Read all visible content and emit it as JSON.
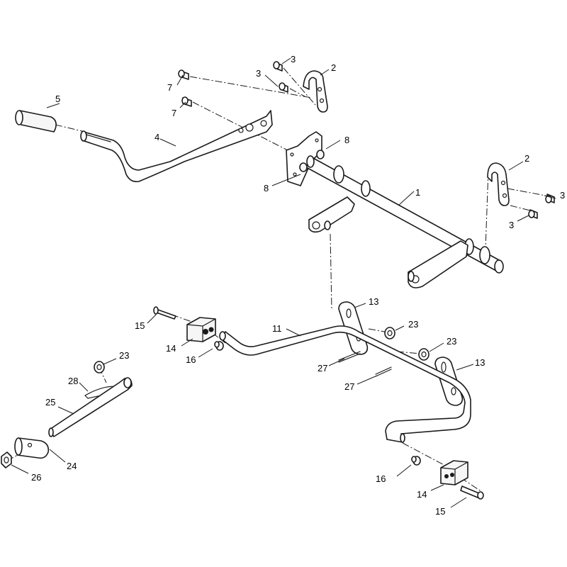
{
  "callouts": [
    {
      "id": "1",
      "text": "1"
    },
    {
      "id": "2a",
      "text": "2"
    },
    {
      "id": "2b",
      "text": "2"
    },
    {
      "id": "3a",
      "text": "3"
    },
    {
      "id": "3b",
      "text": "3"
    },
    {
      "id": "3c",
      "text": "3"
    },
    {
      "id": "3d",
      "text": "3"
    },
    {
      "id": "4",
      "text": "4"
    },
    {
      "id": "5",
      "text": "5"
    },
    {
      "id": "7a",
      "text": "7"
    },
    {
      "id": "7b",
      "text": "7"
    },
    {
      "id": "8a",
      "text": "8"
    },
    {
      "id": "8b",
      "text": "8"
    },
    {
      "id": "11",
      "text": "11"
    },
    {
      "id": "13a",
      "text": "13"
    },
    {
      "id": "13b",
      "text": "13"
    },
    {
      "id": "14a",
      "text": "14"
    },
    {
      "id": "14b",
      "text": "14"
    },
    {
      "id": "15a",
      "text": "15"
    },
    {
      "id": "15b",
      "text": "15"
    },
    {
      "id": "16a",
      "text": "16"
    },
    {
      "id": "16b",
      "text": "16"
    },
    {
      "id": "23a",
      "text": "23"
    },
    {
      "id": "23b",
      "text": "23"
    },
    {
      "id": "23c",
      "text": "23"
    },
    {
      "id": "24",
      "text": "24"
    },
    {
      "id": "25",
      "text": "25"
    },
    {
      "id": "26",
      "text": "26"
    },
    {
      "id": "27a",
      "text": "27"
    },
    {
      "id": "27b",
      "text": "27"
    },
    {
      "id": "28",
      "text": "28"
    }
  ]
}
